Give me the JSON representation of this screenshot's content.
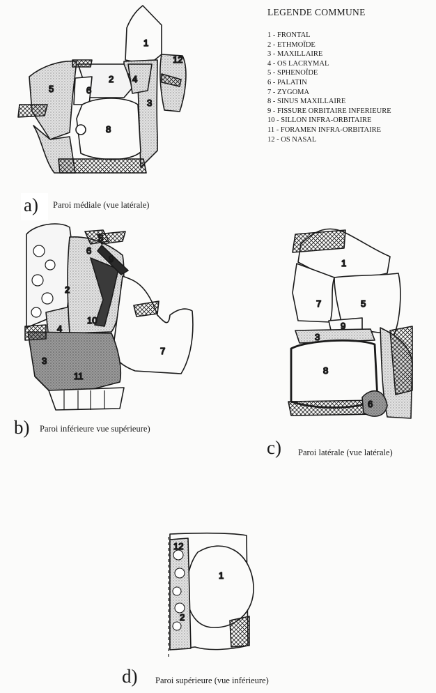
{
  "legend": {
    "title": "LEGENDE COMMUNE",
    "items": [
      "1 - FRONTAL",
      "2 - ETHMOÏDE",
      "3 - MAXILLAIRE",
      "4 - OS LACRYMAL",
      "5 - SPHENOÏDE",
      "6 - PALATIN",
      "7 - ZYGOMA",
      "8 - SINUS MAXILLAIRE",
      "9 - FISSURE ORBITAIRE INFERIEURE",
      "10 - SILLON INFRA-ORBITAIRE",
      "11 - FORAMEN INFRA-ORBITAIRE",
      "12 - OS NASAL"
    ]
  },
  "panels": {
    "a": {
      "letter": "a)",
      "caption": "Paroi médiale (vue latérale)",
      "labels": [
        "1",
        "12",
        "2",
        "4",
        "5",
        "6",
        "3",
        "8"
      ]
    },
    "b": {
      "letter": "b)",
      "caption": "Paroi inférieure vue supérieure)",
      "labels": [
        "5",
        "6",
        "9",
        "2",
        "10",
        "4",
        "7",
        "3",
        "11"
      ]
    },
    "c": {
      "letter": "c)",
      "caption": "Paroi latérale (vue latérale)",
      "labels": [
        "1",
        "7",
        "5",
        "9",
        "3",
        "8",
        "6"
      ]
    },
    "d": {
      "letter": "d)",
      "caption": "Paroi supérieure (vue inférieure)",
      "labels": [
        "12",
        "1",
        "2"
      ]
    }
  },
  "colors": {
    "ink": "#1a1a1a",
    "shade": "#bdbdbd",
    "dark_shade": "#8a8a8a",
    "paper": "#fbfbfa"
  }
}
